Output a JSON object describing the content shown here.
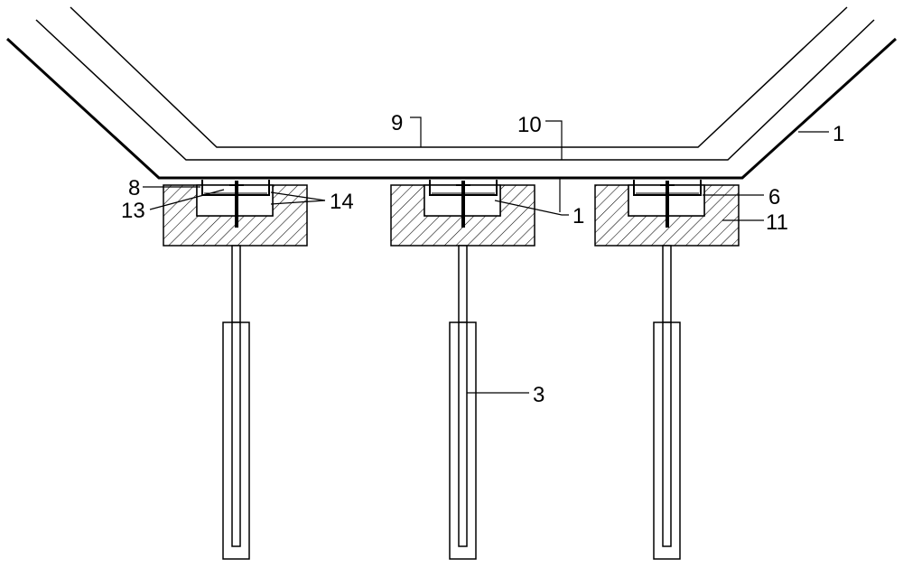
{
  "labels": {
    "l1_top": "1",
    "l9": "9",
    "l10": "10",
    "l8": "8",
    "l13": "13",
    "l14": "14",
    "l1_mid": "1",
    "l6": "6",
    "l11": "11",
    "l3": "3"
  },
  "colors": {
    "ink": "#000000",
    "paper": "#ffffff"
  }
}
